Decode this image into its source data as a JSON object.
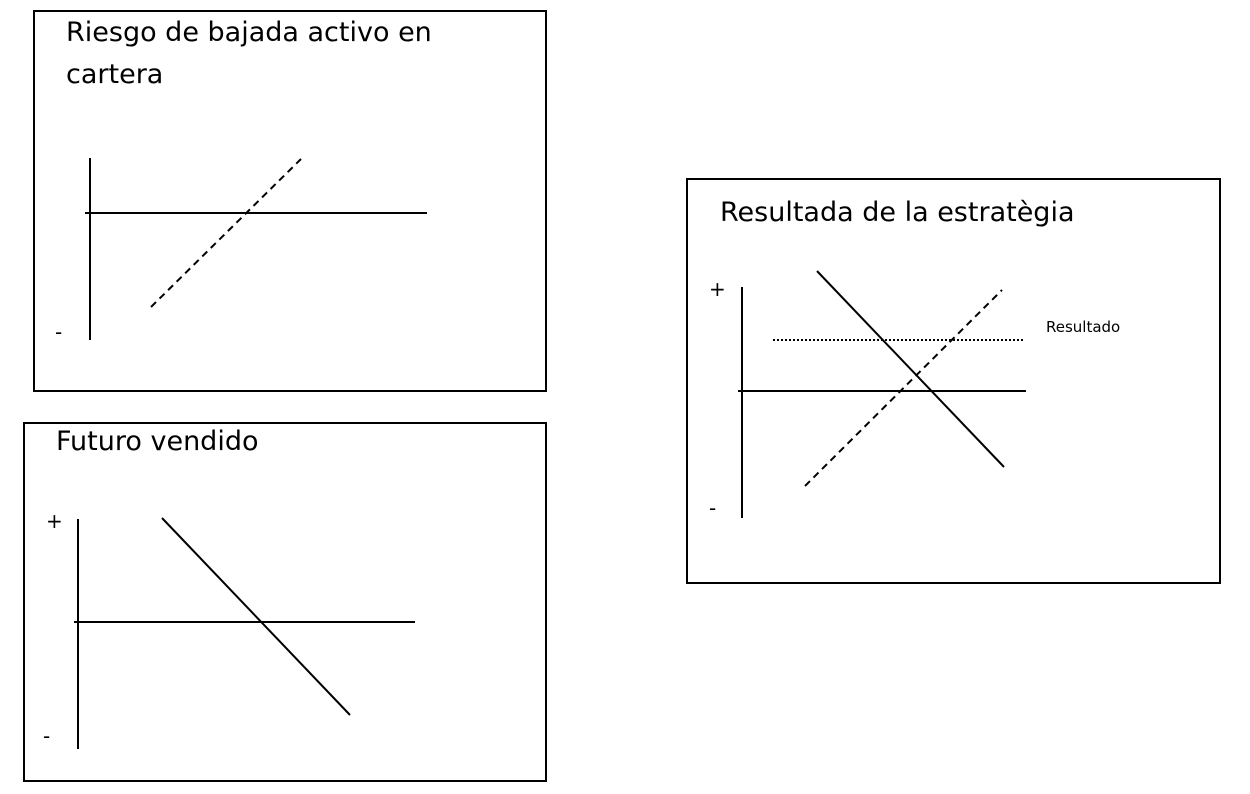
{
  "panels": {
    "asset_risk": {
      "title": "Riesgo de bajada activo en\ncartera",
      "minus_label": "-"
    },
    "sold_future": {
      "title": "Futuro vendido",
      "plus_label": "+",
      "minus_label": "-"
    },
    "strategy_result": {
      "title": "Resultada de la estratègia",
      "plus_label": "+",
      "minus_label": "-",
      "result_label": "Resultado"
    }
  },
  "colors": {
    "ink": "#000000",
    "background": "#ffffff"
  }
}
